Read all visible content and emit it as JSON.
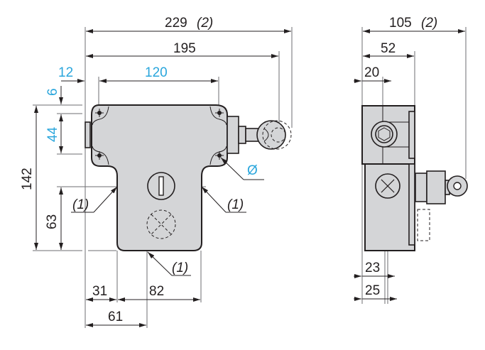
{
  "drawing": {
    "title": "Dimensional drawing - cable pull switch",
    "units": "mm",
    "colors": {
      "line": "#231f20",
      "body_fill": "#d4d5d7",
      "highlight_dimension": "#2aa6dc"
    },
    "front_view": {
      "dimensions": {
        "overall_width_with_head": "229",
        "overall_width_note": "(2)",
        "width_to_actuator": "195",
        "mounting_offset": "12",
        "mounting_hole_spacing_h": "120",
        "top_offset": "6",
        "mounting_hole_spacing_v": "44",
        "overall_height": "142",
        "lower_height": "63",
        "left_offset": "31",
        "lower_width": "82",
        "center_offset": "61",
        "hole_diameter_symbol": "Ø"
      },
      "notes": {
        "left_note": "(1)",
        "right_note": "(1)",
        "bottom_note": "(1)"
      }
    },
    "side_view": {
      "dimensions": {
        "overall_depth_with_head": "105",
        "overall_depth_note": "(2)",
        "depth_to_face": "52",
        "screw_offset": "20",
        "cable_entry_offset": "23",
        "base_offset": "25"
      }
    }
  }
}
